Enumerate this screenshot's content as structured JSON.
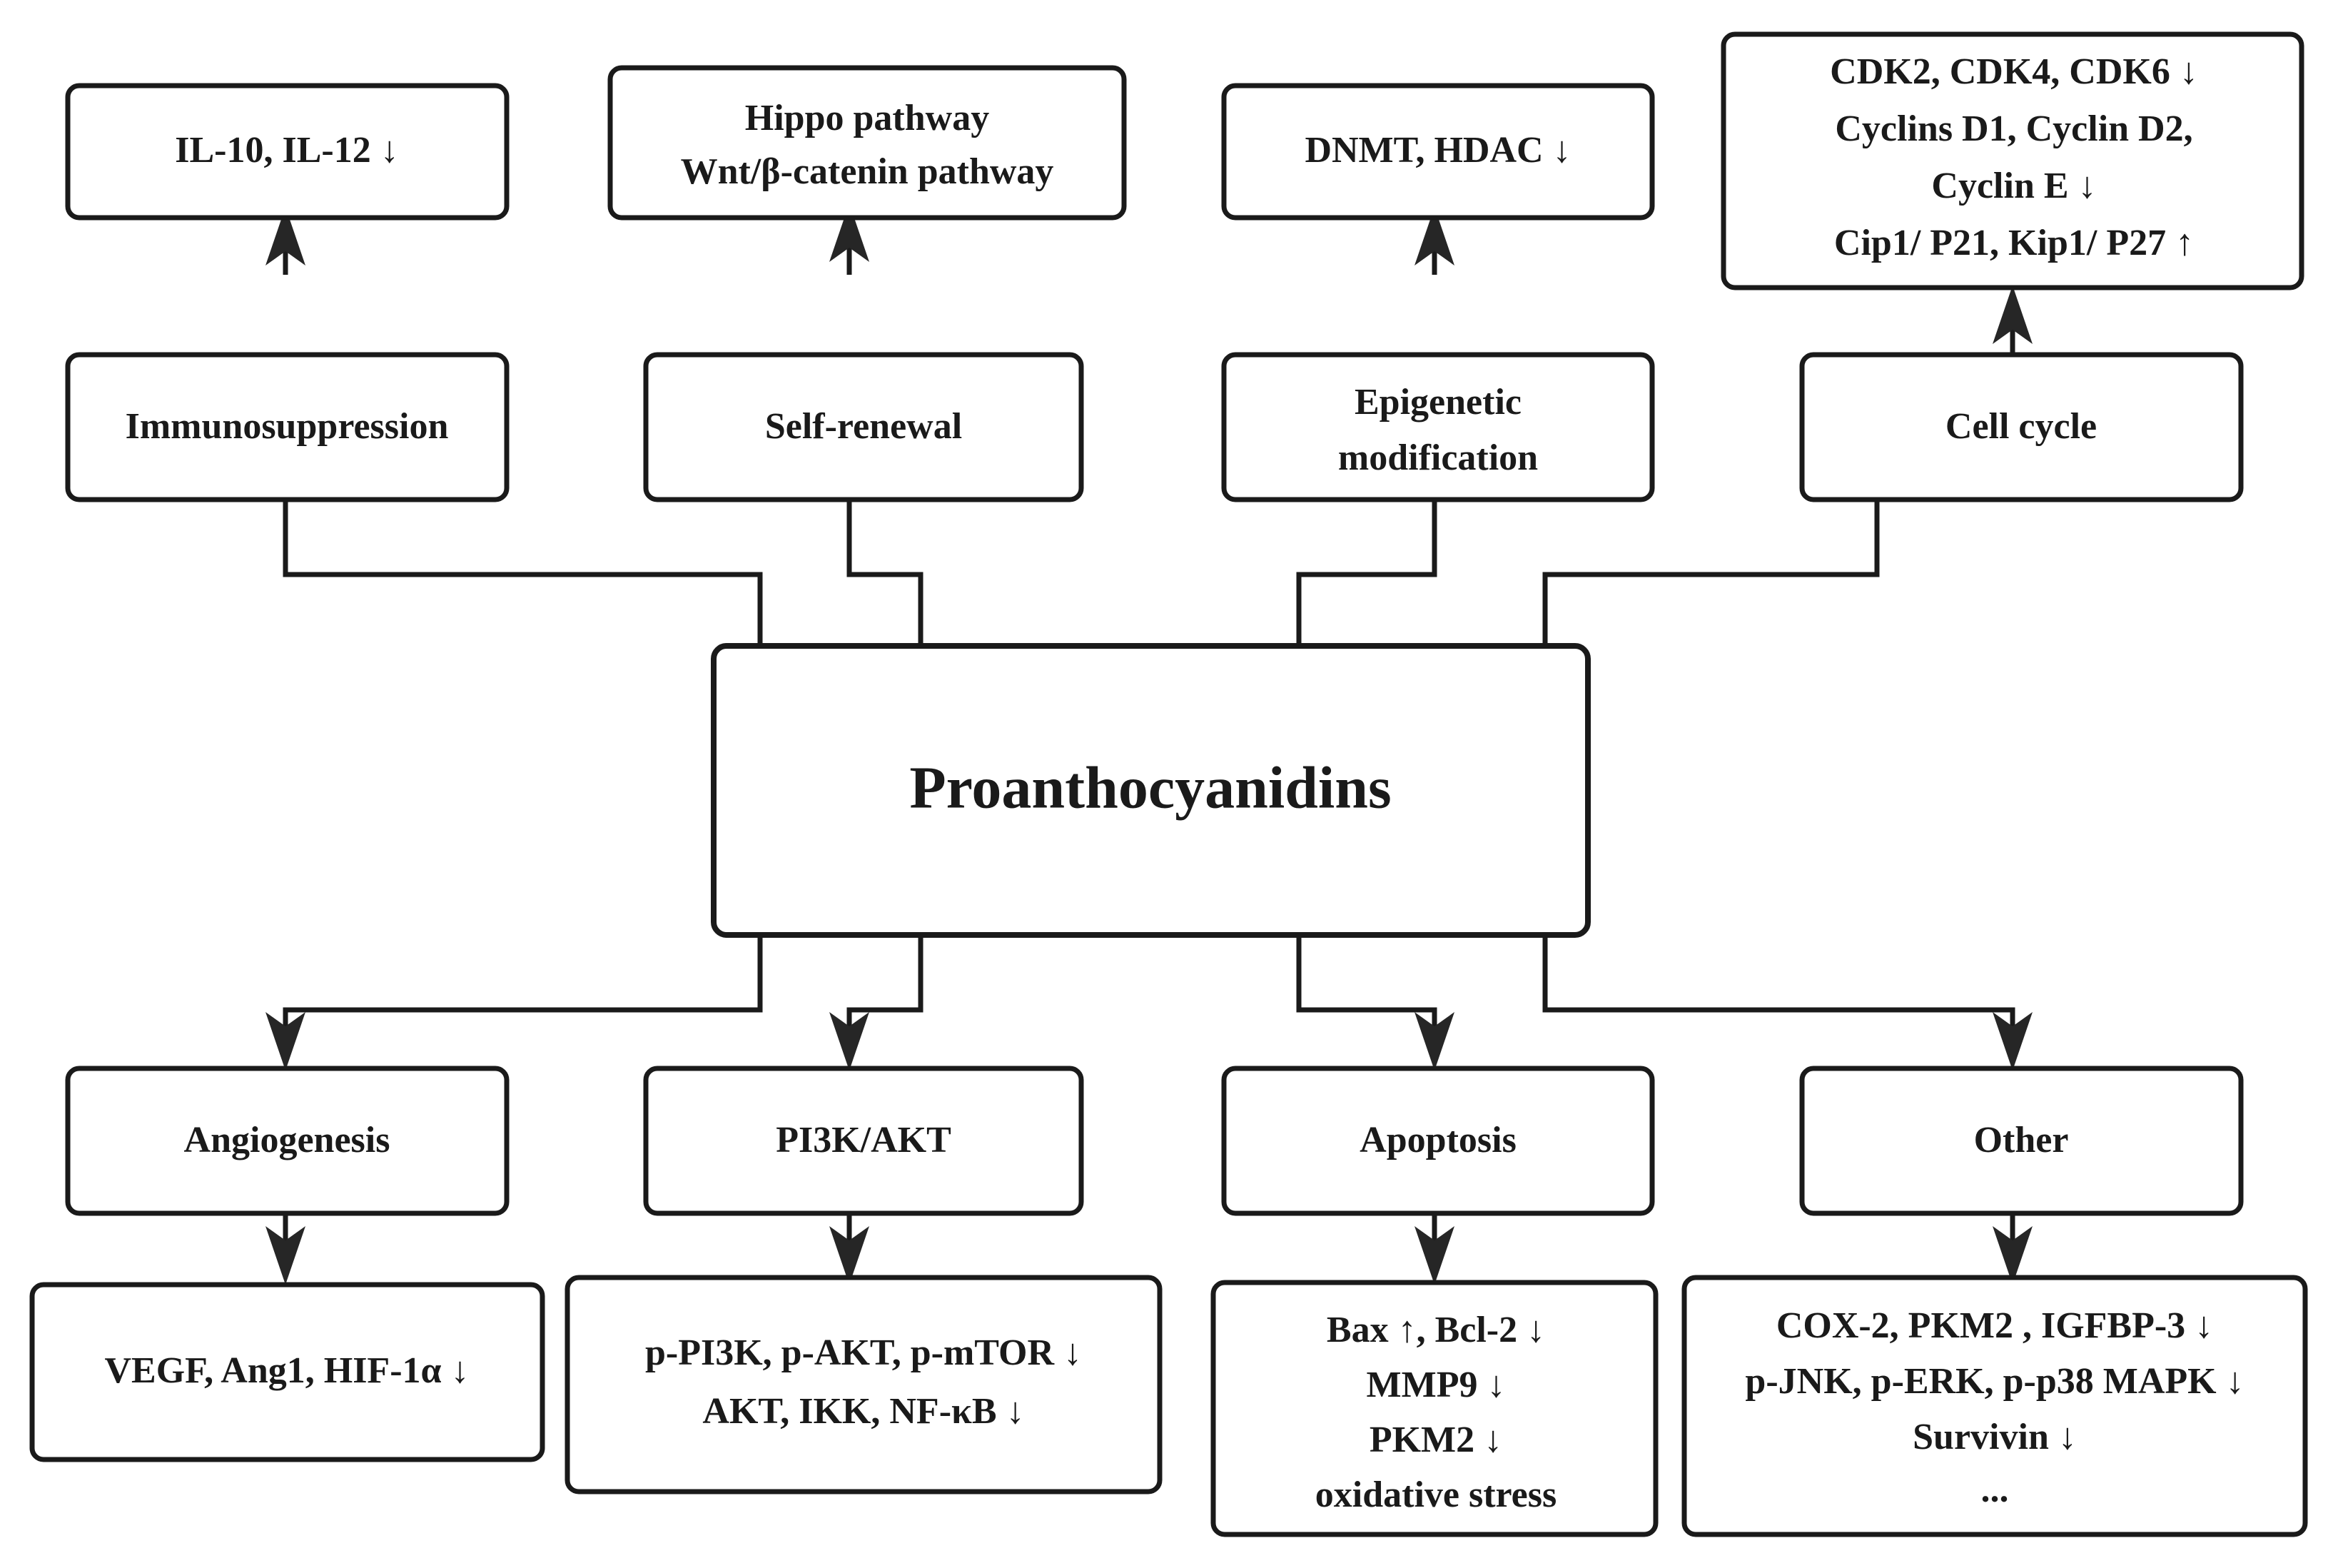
{
  "center": {
    "label": "Proanthocyanidins"
  },
  "upper_branches": [
    {
      "process": "Immunosuppression",
      "targets": [
        "IL-10, IL-12 ↓"
      ]
    },
    {
      "process": "Self-renewal",
      "targets": [
        "Hippo pathway",
        "Wnt/β-catenin pathway"
      ]
    },
    {
      "process_lines": [
        "Epigenetic",
        "modification"
      ],
      "process": "Epigenetic modification",
      "targets": [
        "DNMT, HDAC ↓"
      ]
    },
    {
      "process": "Cell cycle",
      "targets": [
        "CDK2, CDK4, CDK6 ↓",
        "Cyclins D1, Cyclin D2,",
        "Cyclin E ↓",
        "Cip1/ P21, Kip1/ P27 ↑"
      ]
    }
  ],
  "lower_branches": [
    {
      "process": "Angiogenesis",
      "targets": [
        "VEGF, Ang1, HIF-1α ↓"
      ]
    },
    {
      "process": "PI3K/AKT",
      "targets": [
        "p-PI3K, p-AKT, p-mTOR ↓",
        "AKT, IKK, NF-κB ↓"
      ]
    },
    {
      "process": "Apoptosis",
      "targets": [
        "Bax ↑, Bcl-2 ↓",
        "MMP9 ↓",
        "PKM2 ↓",
        "oxidative stress"
      ]
    },
    {
      "process": "Other",
      "targets": [
        "COX-2, PKM2 , IGFBP-3 ↓",
        "p-JNK, p-ERK, p-p38 MAPK ↓",
        "Survivin ↓",
        "..."
      ]
    }
  ],
  "labels": {
    "immunosuppression": "Immunosuppression",
    "self_renewal": "Self-renewal",
    "epigenetic_line1": "Epigenetic",
    "epigenetic_line2": "modification",
    "cell_cycle": "Cell cycle",
    "angiogenesis": "Angiogenesis",
    "pi3k_akt": "PI3K/AKT",
    "apoptosis": "Apoptosis",
    "other": "Other",
    "il_box": "IL-10, IL-12 ↓",
    "hippo_line1": "Hippo pathway",
    "hippo_line2": "Wnt/β-catenin pathway",
    "dnmt_box": "DNMT, HDAC ↓",
    "cdk_line1": "CDK2, CDK4, CDK6 ↓",
    "cdk_line2": "Cyclins D1, Cyclin D2,",
    "cdk_line3": "Cyclin E ↓",
    "cdk_line4": "Cip1/ P21, Kip1/ P27 ↑",
    "vegf_box": "VEGF, Ang1, HIF-1α ↓",
    "pi3k_line1": "p-PI3K, p-AKT, p-mTOR ↓",
    "pi3k_line2": "AKT, IKK, NF-κB ↓",
    "apop_line1": "Bax ↑, Bcl-2 ↓",
    "apop_line2": "MMP9 ↓",
    "apop_line3": "PKM2 ↓",
    "apop_line4": "oxidative stress",
    "other_line1": "COX-2, PKM2 , IGFBP-3 ↓",
    "other_line2": "p-JNK, p-ERK, p-p38 MAPK ↓",
    "other_line3": "Survivin ↓",
    "other_line4": "...",
    "center_title": "Proanthocyanidins"
  },
  "colors": {
    "stroke": "#1a1a1a",
    "fill": "#ffffff",
    "text": "#1a1a1a"
  }
}
